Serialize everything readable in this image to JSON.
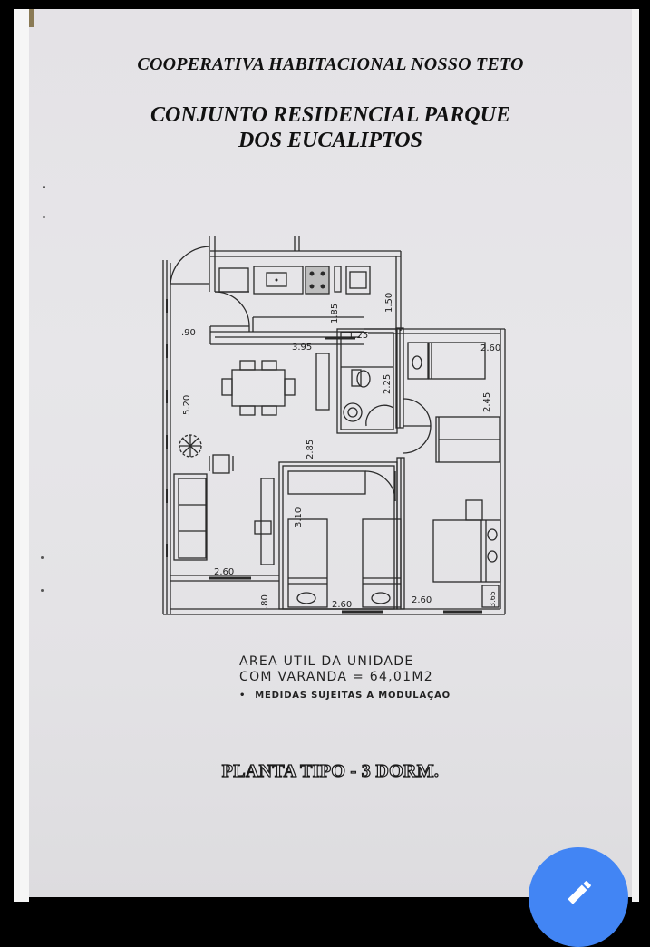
{
  "document": {
    "organization": "COOPERATIVA HABITACIONAL NOSSO TETO",
    "project_title_line1": "CONJUNTO RESIDENCIAL PARQUE",
    "project_title_line2": "DOS EUCALIPTOS",
    "plan_title": "PLANTA TIPO - 3 DORM."
  },
  "floor_plan": {
    "dimensions": {
      "entry_width": ".90",
      "kitchen_depth": "1.85",
      "service_depth": "1.50",
      "bath_width": "1.25",
      "living_width": "3.95",
      "bath_depth": "2.25",
      "bedroom1_width": "2.60",
      "bedroom1_depth": "2.45",
      "living_depth": "5.20",
      "hall_depth": "2.85",
      "bedroom2_depth": "3.10",
      "balcony_width": "2.60",
      "balcony_depth": ".80",
      "bedroom2_width": "2.60",
      "bedroom3_width": "2.60",
      "closet_depth": "3.65"
    }
  },
  "area_info": {
    "line1": "AREA UTIL DA UNIDADE",
    "line2": "COM VARANDA = 64,01M2",
    "bullet": "•",
    "note": "MEDIDAS SUJEITAS A MODULAÇAO"
  },
  "viewer": {
    "edit_button_icon": "pencil-icon",
    "edit_button_color": "#4285f4"
  }
}
